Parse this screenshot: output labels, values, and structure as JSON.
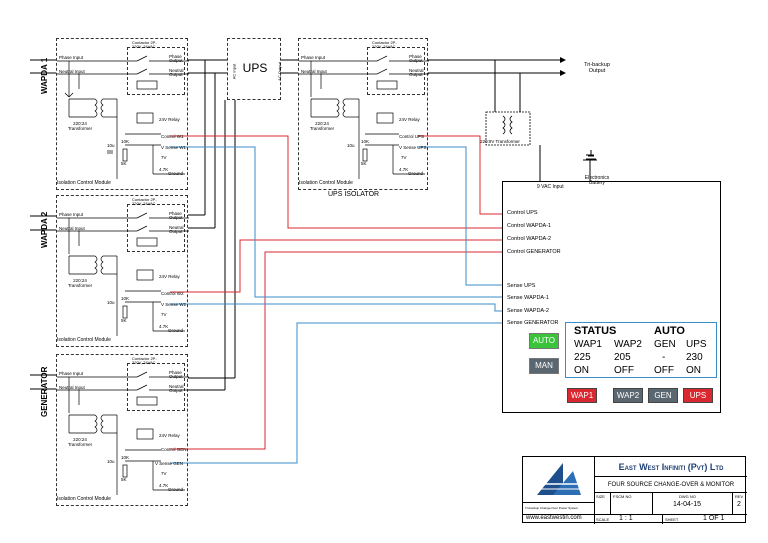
{
  "side_labels": {
    "wapda1": "WAPDA 1",
    "wapda2": "WAPDA 2",
    "generator": "GENERATOR"
  },
  "module": {
    "phase_input": "Phase Input",
    "neutral_input": "Neutral Input",
    "contactor": "Contactor 2P-\n220V, 24VAC",
    "phase_output": "Phase Output",
    "neutral_output": "Neutral Output",
    "transformer": "220:24 Transformer",
    "relay": "24V Relay",
    "r10k": "10K",
    "r5k": "5K",
    "r47k": "4.7K",
    "v7": "7V",
    "cap": "10u",
    "ground": "Ground",
    "footer": "Isolation Control Module",
    "control_w1": "Control W1",
    "sense_w1": "V Sense W1",
    "control_w2": "Control W2",
    "sense_w2": "V Sense W2",
    "control_gen": "Control GEN",
    "sense_gen": "V Sense GEN",
    "control_ups": "Control UPS",
    "sense_ups": "V Sense UPS"
  },
  "ups": {
    "label": "UPS",
    "in": "AC Input",
    "out": "AC Output",
    "isolator": "UPS ISOLATOR"
  },
  "output": {
    "label": "Tri-backup Output",
    "transformer": "220:9V Transformer"
  },
  "controller": {
    "vac_input": "9 VAC Input",
    "battery": "Electronics Battery",
    "control_inputs": [
      "Control UPS",
      "Control WAPDA-1",
      "Control WAPDA-2",
      "Control GENERATOR"
    ],
    "sense_inputs": [
      "Sense UPS",
      "Sense WAPDA-1",
      "Sense WAPDA-2",
      "Sense GENERATOR"
    ],
    "auto_btn": "AUTO",
    "man_btn": "MAN",
    "status": {
      "title": "STATUS",
      "mode": "AUTO",
      "headers": [
        "WAP1",
        "WAP2",
        "GEN",
        "UPS"
      ],
      "voltages": [
        "225",
        "205",
        "-",
        "230"
      ],
      "states": [
        "ON",
        "OFF",
        "OFF",
        "ON"
      ]
    },
    "source_buttons": [
      "WAP1",
      "WAP2",
      "GEN",
      "UPS"
    ],
    "colors": {
      "red": "#d9282f",
      "blue": "#3a8ec9",
      "green": "#3bc43b",
      "gray": "#5a6770"
    }
  },
  "title_block": {
    "company": "East West Infiniti (Pvt) Ltd",
    "drawing_title": "FOUR SOURCE CHANGE-OVER & MONITOR",
    "size_label": "SIZE",
    "fscm_label": "FSCM NO",
    "dwg_label": "DWG NO",
    "dwg_no": "14-04-15",
    "rev_label": "REV",
    "rev": "2",
    "scale_label": "SCALE",
    "scale": "1 : 1",
    "sheet_label": "SHEET",
    "sheet": "1 OF 1",
    "website": "www.eastwestin.com",
    "footnote": "Tri-backup Change-Over Power System"
  }
}
